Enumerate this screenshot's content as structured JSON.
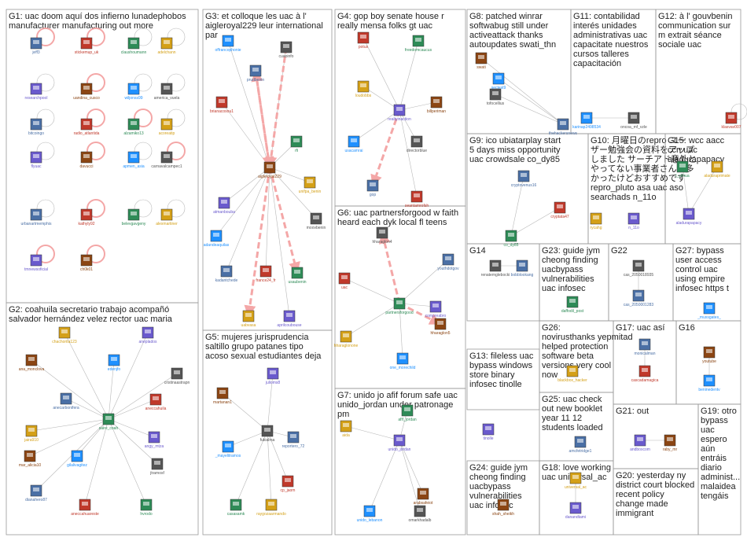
{
  "colors": {
    "edge": "#b8b8b8",
    "strong_edge": "#f4a7a7",
    "box": "#9a9a9a",
    "title": "#222222"
  },
  "groups": [
    {
      "id": "G1",
      "title": [
        "G1: uac doom aquí dos infierno lunadephobos",
        "manufacturer manufacturing out more"
      ],
      "nodes": [
        "jeff3",
        "stickemup_uk",
        "claushoumann",
        "adelchann",
        "researchpool",
        "uandina_cusco",
        "wiljonss99",
        "america_vuela",
        "bitcoingo",
        "radio_atlantida",
        "alzamiko13",
        "acoreatip",
        "flyuac",
        "davucci",
        "apmen_asia",
        "carnavalcampec1",
        "urbanartmemphis",
        "kathyly92",
        "belevgavgeny",
        "alexmartiner",
        "tmnewsoficial",
        "ch0k01"
      ]
    },
    {
      "id": "G2",
      "title": [
        "G2: coahuila secretario trabajo acompañó",
        "salvador hernández velez rector uac maria"
      ],
      "nodes": [
        "chachorita123",
        "aneplados",
        "ana_monclova",
        "edenjfo",
        "cristinaastrapn",
        "anecarbonifera",
        "aneccahuila",
        "saire_coah",
        "jaira910",
        "angy_mtza",
        "mar_alicia10",
        "gilalivagitez",
        "jtramosf",
        "dianahero87",
        "aneccahuareste",
        "hvrodo"
      ]
    },
    {
      "id": "G3",
      "title": [
        "G3: et colloque les uac à l'",
        "aigleroyal229 leur international",
        "par"
      ],
      "nodes": [
        "offrancophonie",
        "cuaoinfo",
        "prudbenin",
        "brianacosou1",
        "rfi",
        "unifpa_benin",
        "atmanbouba",
        "aigleroyal229",
        "adandeaquilas",
        "moovbenin",
        "kadantchede",
        "france24_fr",
        "usaubenin",
        "uabvasa",
        "aprilcoubouse"
      ]
    },
    {
      "id": "G4",
      "title": [
        "G4: gop boy senate house r",
        "really mensa folks gt uac"
      ],
      "nodes": [
        "potus",
        "freedomcaucus",
        "loudobbs",
        "realtyinaction",
        "billperiman",
        "usacamrai",
        "directorblue",
        "gop",
        "seantamrofsh"
      ]
    },
    {
      "id": "G5",
      "title": [
        "G5: mujeres jurisprudencia",
        "saltillo grupo patanes tipo",
        "acoso sexual estudiantes deja"
      ],
      "nodes": [
        "julioms8",
        "martanan1",
        "_mayelitramos",
        "fukialma",
        "reportero_72",
        "cp_jaom",
        "casasamk",
        "raygozaarmando"
      ]
    },
    {
      "id": "G6",
      "title": [
        "G6: uac partnersforgood w faith",
        "heard each dyk local fl teens"
      ],
      "nodes": [
        "hharaglon4",
        "youthdotgov",
        "uac",
        "partnersforgood",
        "hharaglonone",
        "compreabro",
        "hharaglon5",
        "one_morechild"
      ]
    },
    {
      "id": "G7",
      "title": [
        "G7: unido jo afif forum safe uac",
        "unido_jordan under patronage",
        "pm"
      ],
      "nodes": [
        "afif_jordan",
        "aida",
        "unido_jordan",
        "arabsafeiot",
        "unido_lebanon",
        "omarkhadalb"
      ]
    },
    {
      "id": "G8",
      "title": [
        "G8: patched winrar",
        "softwabug still under",
        "activeattack thanks",
        "autoupdates swati_thn"
      ],
      "nodes": [
        "swati",
        "sectest9",
        "tofocellius",
        "thehackersnews"
      ]
    },
    {
      "id": "G9",
      "title": [
        "G9: ico ubiatarplay start",
        "5 days miss opportunity",
        "uac crowdsale co_dy85"
      ],
      "nodes": [
        "cryptovenus16",
        "cryptata47",
        "co_dy85"
      ]
    },
    {
      "id": "G10",
      "title": [
        "G10: 月曜日のrepro ユー",
        "ザー勉強会の資料をアップ",
        "しました サーチアド意外と",
        "やってない事業者さんが多",
        "かったけどおすすめです",
        "repro_pluto asa uac aso",
        "searchads n_11o"
      ],
      "nodes": [
        "rycahg",
        "n_11o"
      ]
    },
    {
      "id": "G11",
      "title": [
        "G11: contabilidad",
        "interés unidades",
        "administrativas uac",
        "capacitate nuestros",
        "cursos talleres",
        "capacitación"
      ],
      "nodes": [
        "karinap2498534",
        "oncoa_mf_vzle"
      ]
    },
    {
      "id": "G12",
      "title": [
        "G12: à l' gouvbenin",
        "communication sur",
        "m extrait séance",
        "sociale uac"
      ],
      "nodes": [
        "klasvav007"
      ]
    },
    {
      "id": "G13",
      "title": [
        "G13: fileless uac",
        "bypass windows",
        "store binary",
        "infosec tinolle"
      ],
      "nodes": [
        "tinolle"
      ]
    },
    {
      "id": "G14",
      "title": [
        "G14"
      ],
      "nodes": [
        "renatemglebocki",
        "bobblookang"
      ]
    },
    {
      "id": "G15",
      "title": [
        "G15: wcc aacc",
        "ccn uac",
        "aladurapapacy"
      ],
      "nodes": [
        "l_ykhua",
        "aladuraprimate",
        "aladurapapacy"
      ]
    },
    {
      "id": "G16",
      "title": [
        "G16"
      ],
      "nodes": [
        "youtube",
        "beninedentv"
      ]
    },
    {
      "id": "G17",
      "title": [
        "G17: uac así"
      ],
      "nodes": [
        "monicalman",
        "cascadamagica"
      ]
    },
    {
      "id": "G18",
      "title": [
        "G18: love working",
        "uac universal_ac"
      ],
      "nodes": [
        "universal_ac",
        "danandtami"
      ]
    },
    {
      "id": "G19",
      "title": [
        "G19: otro",
        "bypass",
        "uac",
        "espero",
        "aún",
        "entráis",
        "diario",
        "administ...",
        "malaidea",
        "tengáis"
      ],
      "nodes": []
    },
    {
      "id": "G20",
      "title": [
        "G20: yesterday ny",
        "district court blocked",
        "recent policy",
        "change made",
        "immigrant"
      ],
      "nodes": []
    },
    {
      "id": "G21",
      "title": [
        "G21: out"
      ],
      "nodes": [
        "andboxcom",
        "raby_mr"
      ]
    },
    {
      "id": "G22",
      "title": [
        "G22"
      ],
      "nodes": [
        "cas_2050018935",
        "cas_2050001283"
      ]
    },
    {
      "id": "G23",
      "title": [
        "G23: guide jym",
        "cheong finding",
        "uacbypass",
        "vulnerabilities",
        "uac infosec"
      ],
      "nodes": [
        "daffodil_post"
      ]
    },
    {
      "id": "G24",
      "title": [
        "G24: guide jym",
        "cheong finding",
        "uacbypass",
        "vulnerabilities",
        "uac infosec"
      ],
      "nodes": [
        "shah_sheikh"
      ]
    },
    {
      "id": "G25",
      "title": [
        "G25: uac check",
        "out new booklet",
        "year 11 12",
        "students loaded"
      ],
      "nodes": [
        "amcfetridge1"
      ]
    },
    {
      "id": "G26",
      "title": [
        "G26:",
        "novirusthanks yepmitad",
        "helped protection",
        "software beta",
        "versions very cool",
        "now"
      ],
      "nodes": [
        "blackbox_hacker"
      ]
    },
    {
      "id": "G27",
      "title": [
        "G27: bypass",
        "user access",
        "control uac",
        "using empire",
        "infosec https t"
      ],
      "nodes": [
        "_muxsgates_"
      ]
    }
  ]
}
